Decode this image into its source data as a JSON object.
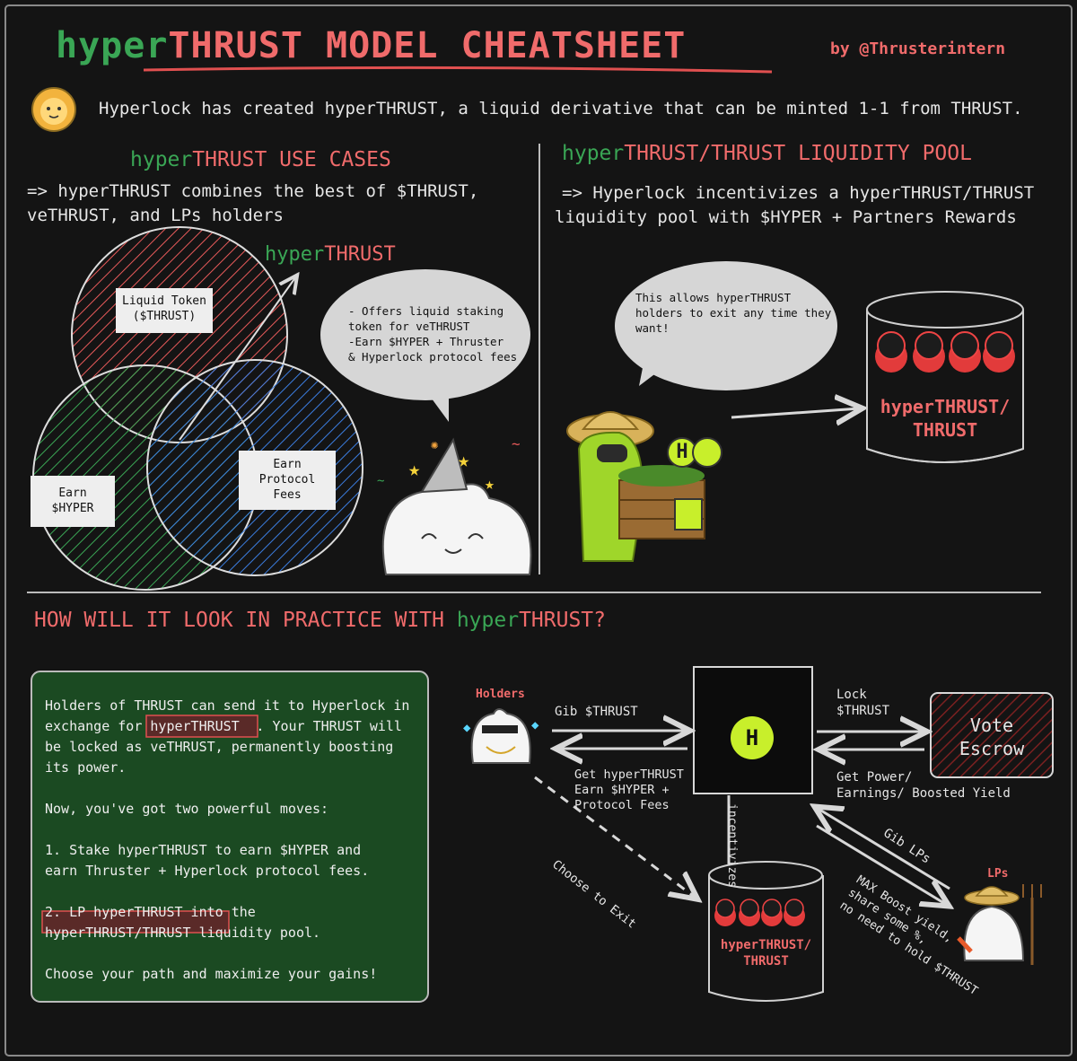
{
  "header": {
    "title_hyper": "hyper",
    "title_rest": "THRUST MODEL CHEATSHEET",
    "byline": "by @Thrusterintern",
    "intro": "Hyperlock has created hyperTHRUST, a liquid derivative that can be minted 1-1 from THRUST."
  },
  "use_cases": {
    "heading_hyper": "hyper",
    "heading_rest": "THRUST USE CASES",
    "line1": "=> hyperTHRUST combines the best of $THRUST,",
    "line2": "veTHRUST, and LPs holders",
    "center_hyper": "hyper",
    "center_rest": "THRUST",
    "venn": {
      "liquid_token_l1": "Liquid Token",
      "liquid_token_l2": "($THRUST)",
      "earn_hyper_l1": "Earn",
      "earn_hyper_l2": "$HYPER",
      "earn_fees_l1": "Earn",
      "earn_fees_l2": "Protocol",
      "earn_fees_l3": "Fees"
    },
    "bubble_l1": "- Offers liquid staking",
    "bubble_l2": "token for veTHRUST",
    "bubble_l3": "-Earn $HYPER + Thruster",
    "bubble_l4": "& Hyperlock protocol fees"
  },
  "pool": {
    "heading_hyper": "hyper",
    "heading_rest": "THRUST/THRUST LIQUIDITY POOL",
    "line1": "=> Hyperlock incentivizes a hyperTHRUST/THRUST",
    "line2": "liquidity pool with $HYPER + Partners Rewards",
    "bubble_l1": "This allows hyperTHRUST",
    "bubble_l2": "holders to exit any time they",
    "bubble_l3": "want!",
    "cylinder_l1": "hyperTHRUST/",
    "cylinder_l2": "THRUST",
    "crate_letter": "H"
  },
  "practice": {
    "heading_pre": "HOW WILL IT LOOK IN PRACTICE WITH ",
    "heading_hyper": "hyper",
    "heading_post": "THRUST?",
    "box": {
      "p1_a": "Holders of THRUST can send it to Hyperlock in",
      "p1_b": "exchange for ",
      "p1_highlight": "hyperTHRUST",
      "p1_c": ". Your THRUST will",
      "p1_d": "be locked as veTHRUST, permanently boosting",
      "p1_e": "its power.",
      "p2": "Now, you've got two powerful moves:",
      "p3_a": "1. Stake hyperTHRUST to earn $HYPER and",
      "p3_b": "earn Thruster + Hyperlock protocol fees.",
      "p4_a": "2. LP hyperTHRUST into the",
      "p4_highlight": "hyperTHRUST/THRUST",
      "p4_b": " liquidity pool.",
      "p5": "Choose your path and maximize your gains!"
    },
    "flow": {
      "holders": "Holders",
      "gib_thrust": "Gib $THRUST",
      "get_l1": "Get hyperTHRUST",
      "get_l2": "Earn $HYPER +",
      "get_l3": "Protocol Fees",
      "choose_exit": "Choose to Exit",
      "incentivizes": "incentivizes",
      "hub_letter": "H",
      "lock_l1": "Lock",
      "lock_l2": "$THRUST",
      "vote_l1": "Vote",
      "vote_l2": "Escrow",
      "power_l1": "Get Power/",
      "power_l2": "Earnings/ Boosted Yield",
      "gib_lps": "Gib LPs",
      "max_l1": "MAX Boost yield,",
      "max_l2": "share some %,",
      "max_l3": "no need to hold $THRUST",
      "lps": "LPs",
      "cyl_l1": "hyperTHRUST/",
      "cyl_l2": "THRUST"
    }
  },
  "colors": {
    "background": "#141414",
    "green": "#3aa655",
    "pink": "#f06b6b",
    "box_green": "#1b4a22",
    "hyper_lime": "#c8ef2b"
  }
}
